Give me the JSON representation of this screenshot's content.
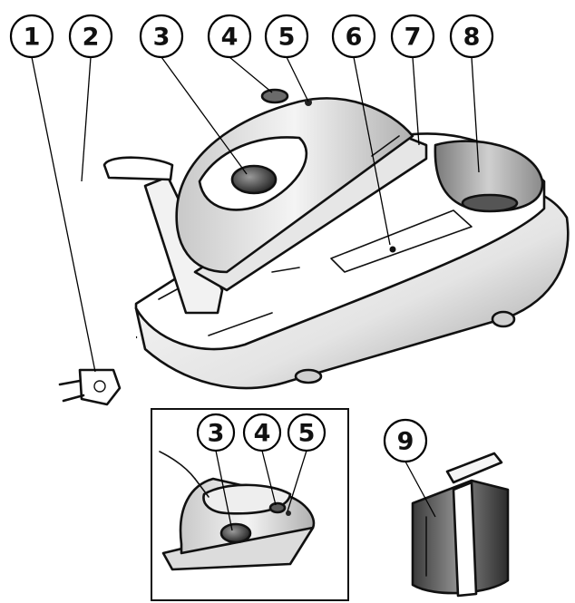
{
  "main_callouts": [
    {
      "label": "1"
    },
    {
      "label": "2"
    },
    {
      "label": "3"
    },
    {
      "label": "4"
    },
    {
      "label": "5"
    },
    {
      "label": "6"
    },
    {
      "label": "7"
    },
    {
      "label": "8"
    }
  ],
  "inset_callouts": [
    {
      "label": "3"
    },
    {
      "label": "4"
    },
    {
      "label": "5"
    }
  ],
  "tank_callout": {
    "label": "9"
  }
}
